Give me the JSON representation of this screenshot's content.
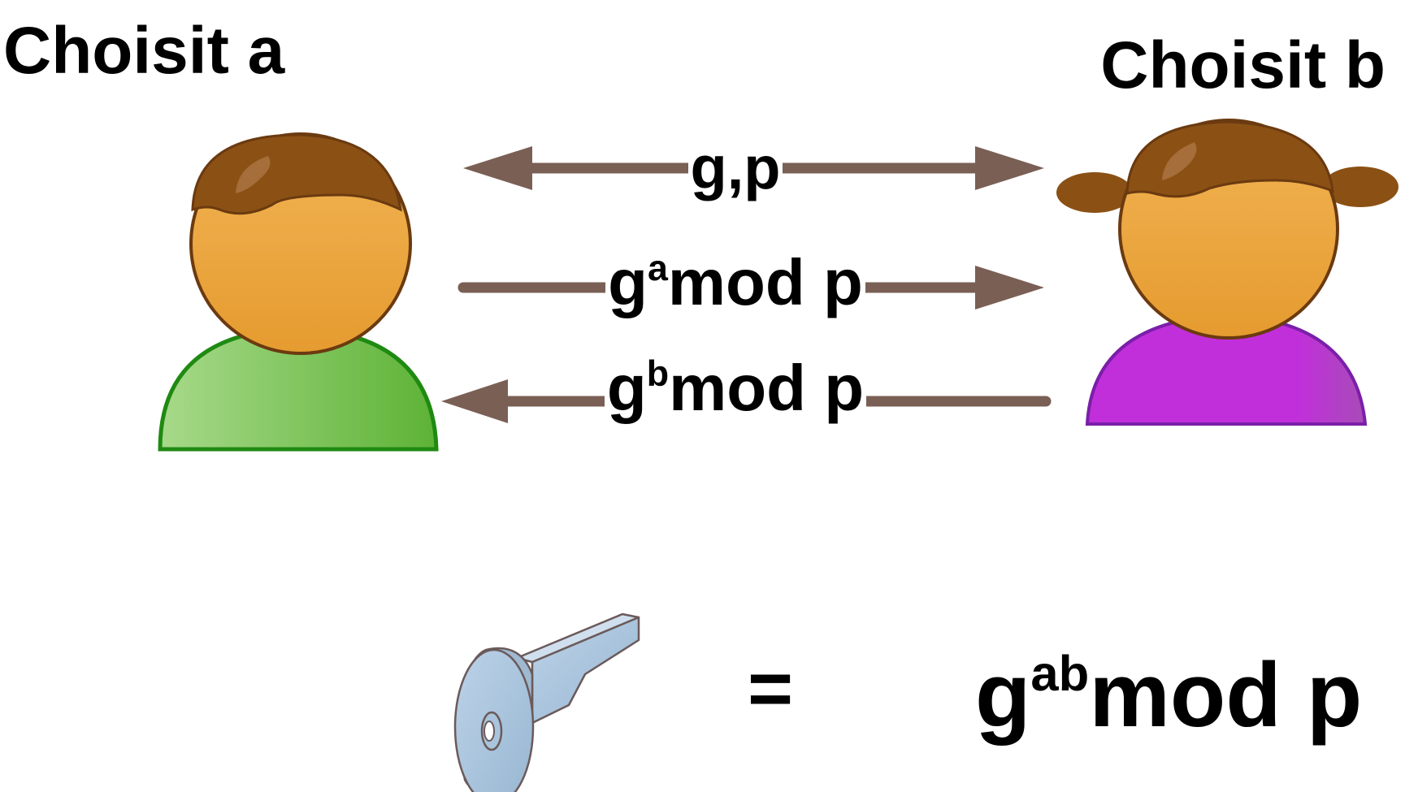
{
  "parties": {
    "alice": {
      "label": "Choisit a"
    },
    "bob": {
      "label": "Choisit b"
    }
  },
  "messages": [
    {
      "base": "g,p",
      "exponent": "",
      "suffix": "",
      "direction": "both"
    },
    {
      "base": "g",
      "exponent": "a",
      "suffix": "mod p",
      "direction": "right"
    },
    {
      "base": "g",
      "exponent": "b",
      "suffix": "mod p",
      "direction": "left"
    }
  ],
  "result": {
    "equals": "=",
    "base": "g",
    "exponent": "ab",
    "suffix": "mod p"
  },
  "colors": {
    "arrow": "#7a5f55",
    "skin": "#e8a03a",
    "hair": "#8b5014",
    "alice_shirt": "#6fbf45",
    "bob_shirt": "#c030d8",
    "key": "#a9c4dc"
  },
  "icons": {
    "alice": "person-icon",
    "bob": "person-icon",
    "key": "key-icon"
  }
}
